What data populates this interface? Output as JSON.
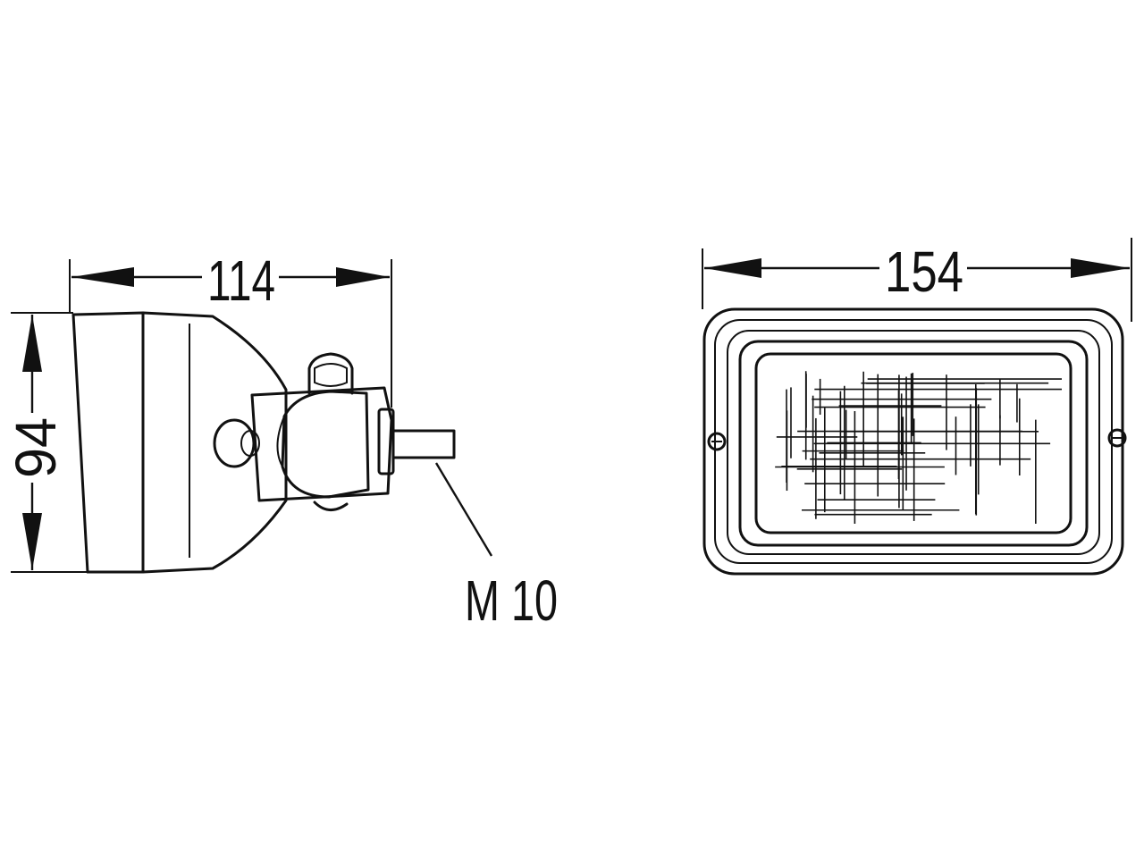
{
  "side_view": {
    "depth_label": "114",
    "height_label": "94",
    "thread_label": "M 10"
  },
  "front_view": {
    "width_label": "154"
  },
  "colors": {
    "line": "#111111",
    "background": "#ffffff"
  }
}
